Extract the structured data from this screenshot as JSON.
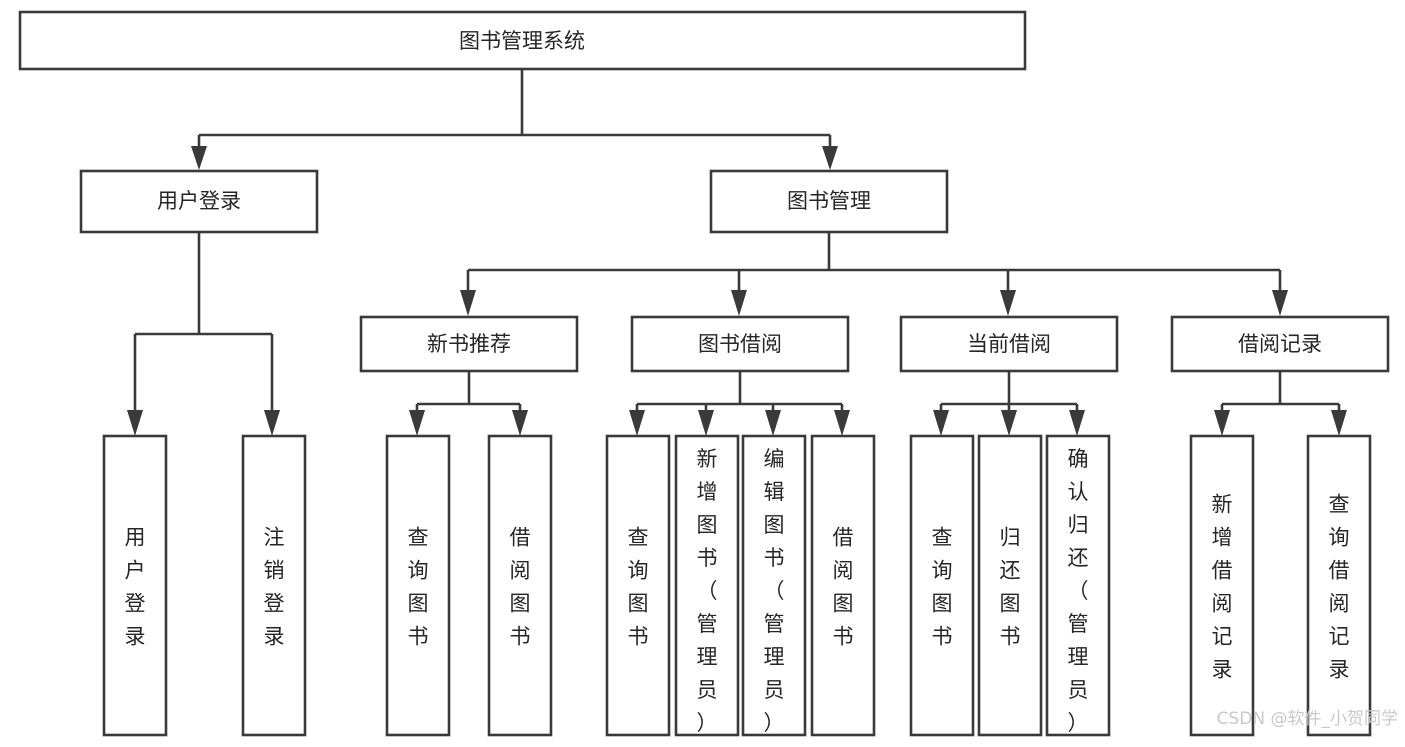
{
  "diagram": {
    "type": "tree-hierarchy",
    "root": {
      "id": "root",
      "label": "图书管理系统"
    },
    "level1": [
      {
        "id": "user-login",
        "label": "用户登录"
      },
      {
        "id": "book-management",
        "label": "图书管理"
      }
    ],
    "level2": [
      {
        "id": "new-book-recommend",
        "label": "新书推荐",
        "parent": "book-management"
      },
      {
        "id": "book-borrow",
        "label": "图书借阅",
        "parent": "book-management"
      },
      {
        "id": "current-borrow",
        "label": "当前借阅",
        "parent": "book-management"
      },
      {
        "id": "borrow-record",
        "label": "借阅记录",
        "parent": "book-management"
      }
    ],
    "leaves": {
      "user-login": [
        {
          "id": "leaf-user-login",
          "label": "用户登录"
        },
        {
          "id": "leaf-user-logout",
          "label": "注销登录"
        }
      ],
      "new-book-recommend": [
        {
          "id": "leaf-query-book-1",
          "label": "查询图书"
        },
        {
          "id": "leaf-borrow-book-1",
          "label": "借阅图书"
        }
      ],
      "book-borrow": [
        {
          "id": "leaf-query-book-2",
          "label": "查询图书"
        },
        {
          "id": "leaf-add-book",
          "label": "新增图书（管理员）"
        },
        {
          "id": "leaf-edit-book",
          "label": "编辑图书（管理员）"
        },
        {
          "id": "leaf-borrow-book-2",
          "label": "借阅图书"
        }
      ],
      "current-borrow": [
        {
          "id": "leaf-query-book-3",
          "label": "查询图书"
        },
        {
          "id": "leaf-return-book",
          "label": "归还图书"
        },
        {
          "id": "leaf-confirm-return",
          "label": "确认归还（管理员）"
        }
      ],
      "borrow-record": [
        {
          "id": "leaf-add-record",
          "label": "新增借阅记录"
        },
        {
          "id": "leaf-query-record",
          "label": "查询借阅记录"
        }
      ]
    }
  },
  "watermark": {
    "label": "CSDN @软件_小贺同学"
  },
  "colors": {
    "stroke": "#3a3a3a",
    "box_fill": "#ffffff",
    "text": "#262626",
    "watermark": "#c9c9c9",
    "background": "#ffffff"
  }
}
